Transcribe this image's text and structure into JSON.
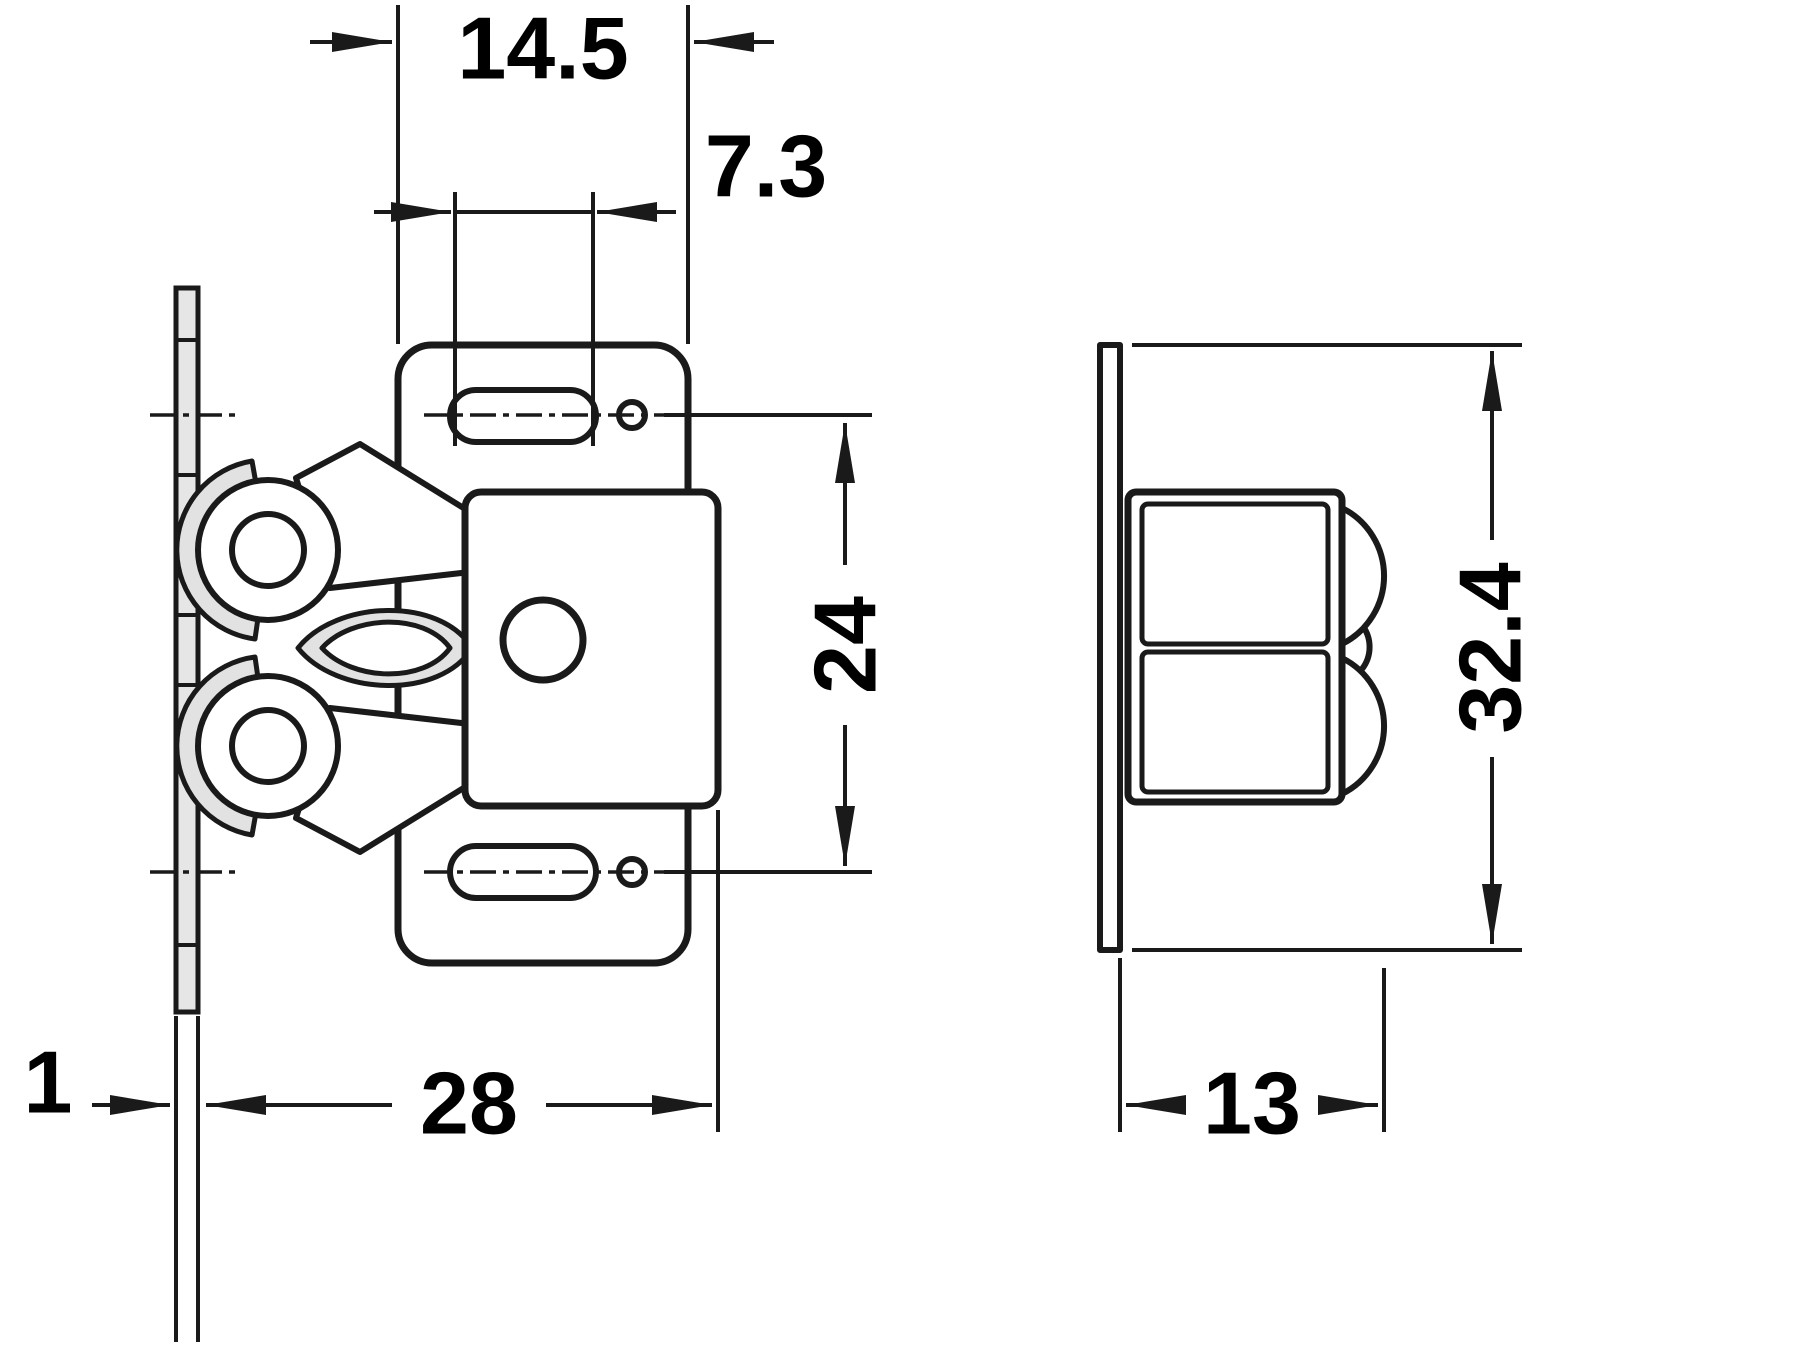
{
  "drawing": {
    "dimensions": {
      "top_width": "14.5",
      "hole_offset": "7.3",
      "hole_spacing": "24",
      "overall_width": "28",
      "plate_thickness": "1",
      "overall_height": "32.4",
      "depth": "13"
    },
    "colors": {
      "line": "#1a1a1a",
      "shading": "#e2e2e2",
      "background": "#ffffff"
    }
  }
}
